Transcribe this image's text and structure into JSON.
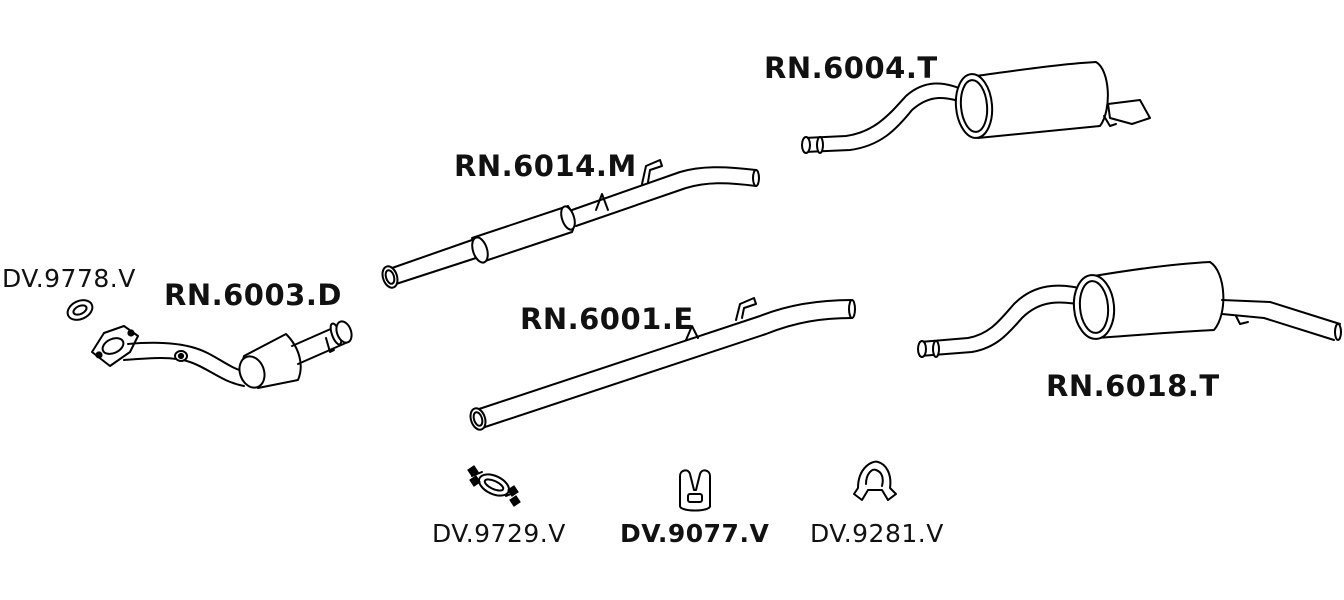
{
  "parts": {
    "rn6003d": "RN.6003.D",
    "rn6014m": "RN.6014.M",
    "rn6004t": "RN.6004.T",
    "rn6001e": "RN.6001.E",
    "rn6018t": "RN.6018.T"
  },
  "accessories": {
    "dv9778v": "DV.9778.V",
    "dv9729v": "DV.9729.V",
    "dv9077v": "DV.9077.V",
    "dv9281v": "DV.9281.V"
  }
}
